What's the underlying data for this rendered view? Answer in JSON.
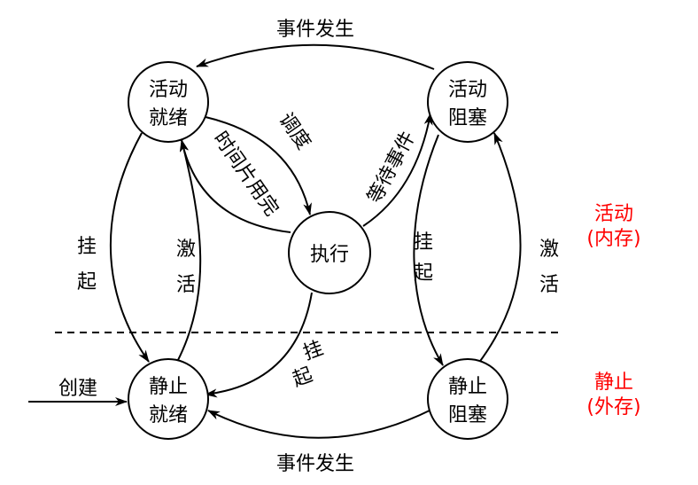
{
  "nodes": {
    "active_ready": [
      "活动",
      "就绪"
    ],
    "active_blocked": [
      "活动",
      "阻塞"
    ],
    "running": [
      "执行"
    ],
    "static_ready": [
      "静止",
      "就绪"
    ],
    "static_blocked": [
      "静止",
      "阻塞"
    ]
  },
  "edges": {
    "event_occurs_top": "事件发生",
    "event_occurs_bottom": "事件发生",
    "dispatch": "调度",
    "timeslice_done": "时间片用完",
    "wait_event": "等待事件",
    "suspend_left": [
      "挂",
      "起"
    ],
    "activate_left": [
      "激",
      "活"
    ],
    "suspend_right": [
      "挂",
      "起"
    ],
    "activate_right": [
      "激",
      "活"
    ],
    "suspend_running": [
      "挂",
      "起"
    ],
    "create": "创建"
  },
  "legend": {
    "active": [
      "活动",
      "(内存)"
    ],
    "static": [
      "静止",
      "(外存)"
    ]
  },
  "colors": {
    "legend": "#ff0000"
  }
}
